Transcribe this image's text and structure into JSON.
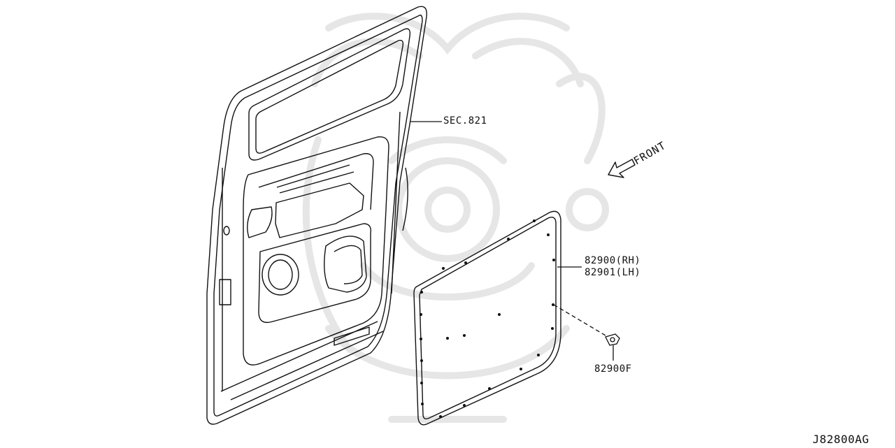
{
  "diagram": {
    "callouts": {
      "sec_ref": "SEC.821",
      "front": "FRONT",
      "part_rh": "82900(RH)",
      "part_lh": "82901(LH)",
      "clip": "82900F"
    },
    "diagram_code": "J82800AG"
  },
  "colors": {
    "line": "#111111",
    "watermark": "#e9e9e9",
    "background": "#ffffff"
  }
}
